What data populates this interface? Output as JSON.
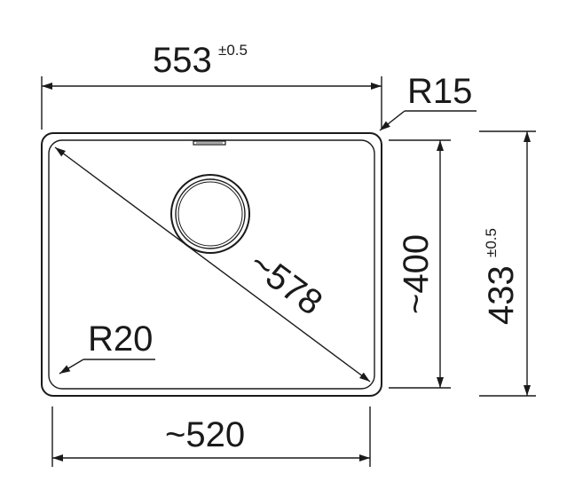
{
  "dimensions": {
    "overall_width": {
      "value": "553",
      "tolerance": "±0.5"
    },
    "overall_height": {
      "value": "433",
      "tolerance": "±0.5"
    },
    "inner_width": {
      "value": "~520"
    },
    "inner_height": {
      "value": "~400"
    },
    "diagonal": {
      "value": "~578"
    },
    "outer_radius": {
      "value": "R15"
    },
    "inner_radius": {
      "value": "R20"
    }
  },
  "colors": {
    "line": "#1a1a1a",
    "background": "#ffffff"
  }
}
